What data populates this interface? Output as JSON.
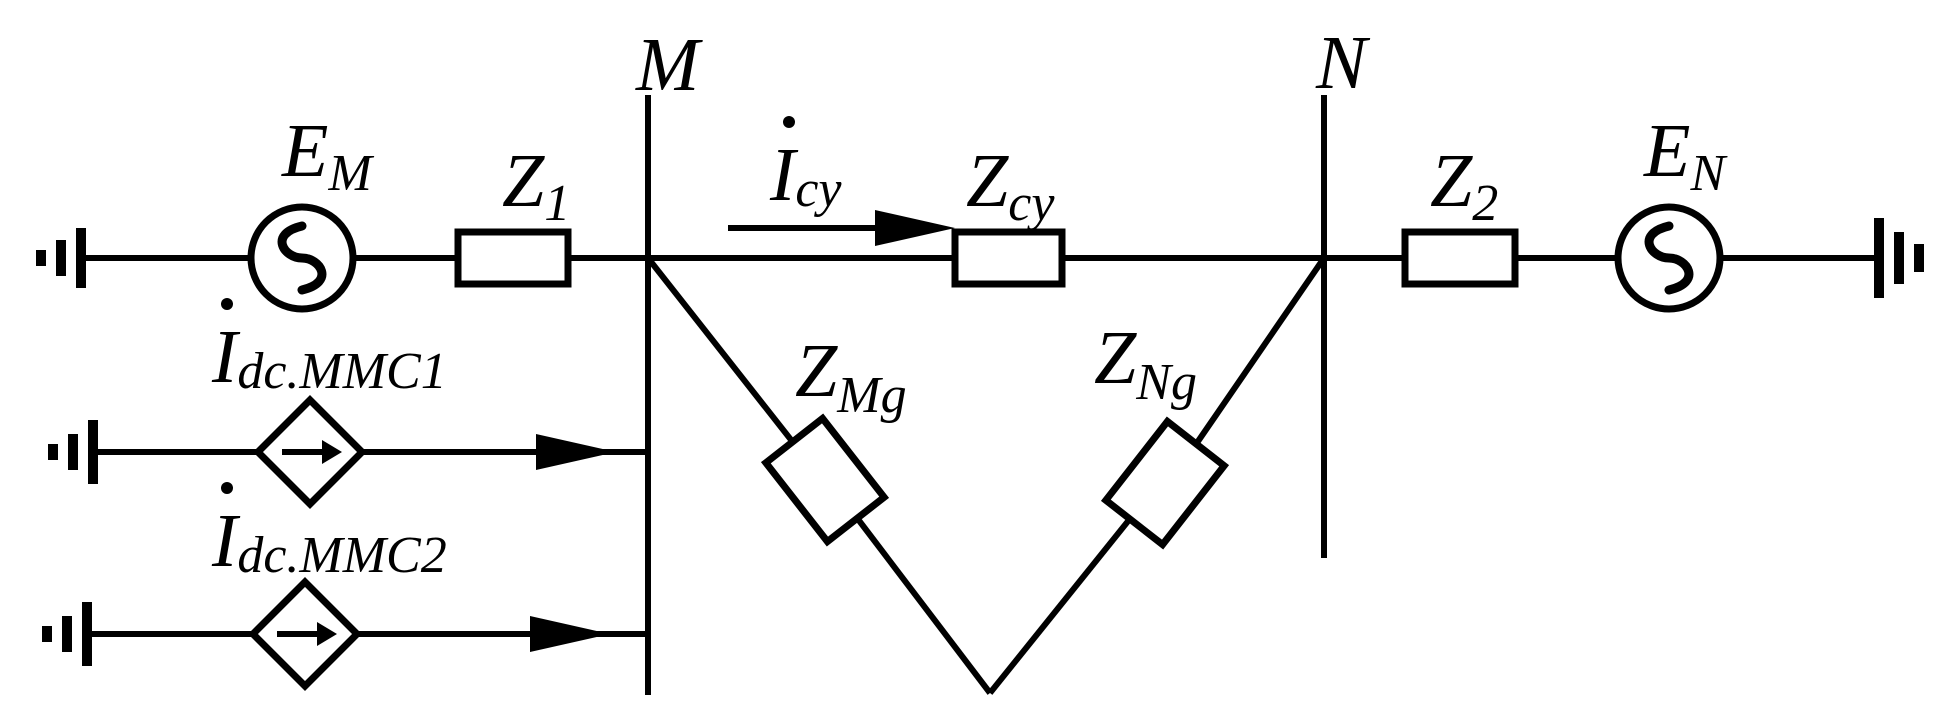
{
  "buses": {
    "m": "M",
    "n": "N"
  },
  "sources": {
    "em": {
      "main": "E",
      "sub": "M"
    },
    "en": {
      "main": "E",
      "sub": "N"
    }
  },
  "impedances": {
    "z1": {
      "main": "Z",
      "sub": "1"
    },
    "z2": {
      "main": "Z",
      "sub": "2"
    },
    "zcy": {
      "main": "Z",
      "sub": "cy"
    },
    "zmg": {
      "main": "Z",
      "sub": "Mg"
    },
    "zng": {
      "main": "Z",
      "sub": "Ng"
    }
  },
  "currents": {
    "icy": {
      "main": "I",
      "sub": "cy"
    },
    "idc1": {
      "main": "I",
      "sub": "dc.MMC1"
    },
    "idc2": {
      "main": "I",
      "sub": "dc.MMC2"
    }
  },
  "colors": {
    "line": "#000000",
    "background": "#ffffff"
  }
}
